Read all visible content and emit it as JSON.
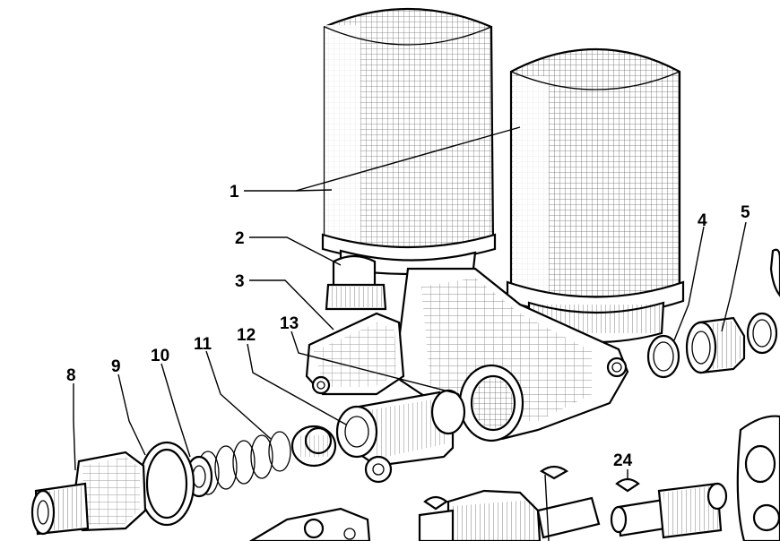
{
  "callouts": {
    "c1": "1",
    "c2": "2",
    "c3": "3",
    "c4": "4",
    "c5": "5",
    "c8": "8",
    "c9": "9",
    "c10": "10",
    "c11": "11",
    "c12": "12",
    "c13": "13",
    "c24": "24"
  }
}
